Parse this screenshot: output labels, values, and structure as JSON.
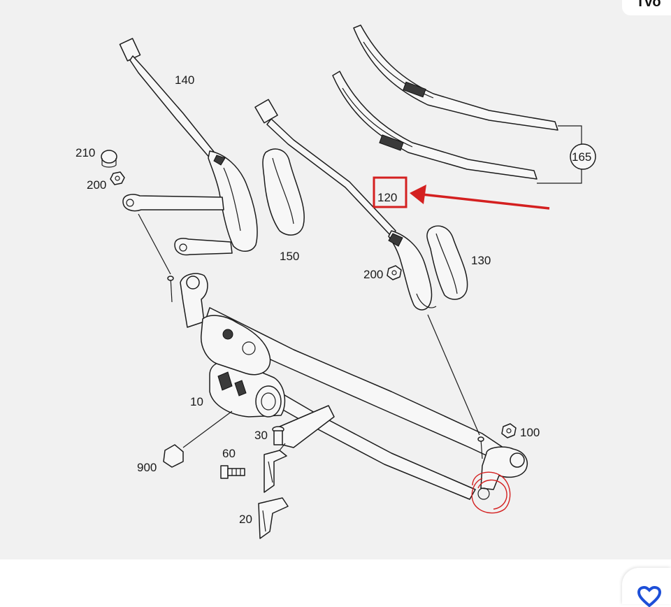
{
  "corner_tab": {
    "text": "Tvo"
  },
  "diagram": {
    "callouts": {
      "p140": "140",
      "p210": "210",
      "p200a": "200",
      "p150": "150",
      "p120": "120",
      "p165": "165",
      "p200b": "200",
      "p130": "130",
      "p10": "10",
      "p100": "100",
      "p30": "30",
      "p60": "60",
      "p900": "900",
      "p20": "20"
    }
  },
  "annotations": {
    "highlight_box_color": "#d42020",
    "arrow_color": "#d42020",
    "circle_color": "#d42020"
  },
  "favorite_button": {
    "icon": "heart-icon",
    "color": "#1d4fd8"
  }
}
